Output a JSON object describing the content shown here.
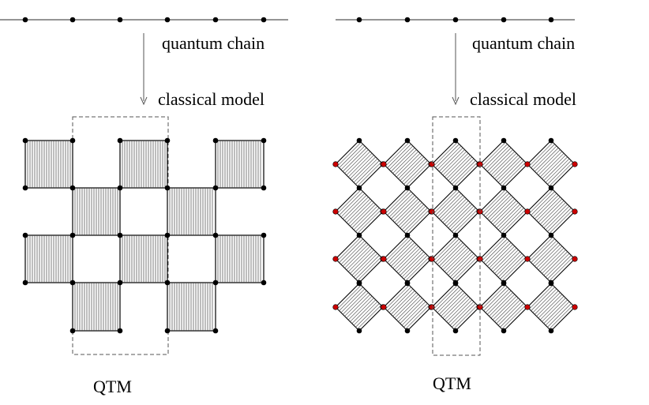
{
  "panels": [
    {
      "id": "left",
      "chain_label": "quantum chain",
      "model_label": "classical model",
      "box_label": "QTM",
      "lattice": "square-checkerboard"
    },
    {
      "id": "right",
      "chain_label": "quantum chain",
      "model_label": "classical model",
      "box_label": "QTM",
      "lattice": "rotated-diamond"
    }
  ],
  "colors": {
    "line": "#000000",
    "node": "#000000",
    "red_node": "#cc0000",
    "hatch": "#444444",
    "dashed_box": "#555555"
  }
}
